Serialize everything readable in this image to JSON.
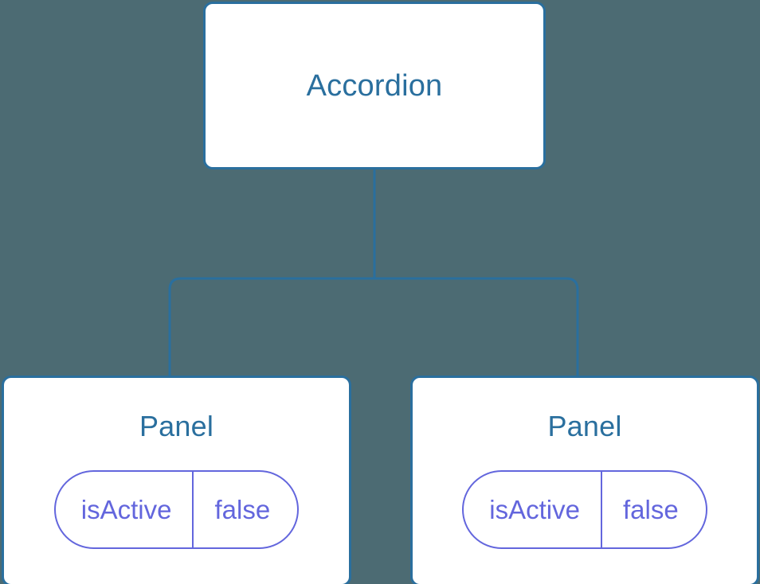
{
  "diagram": {
    "type": "component-tree",
    "background_color": "#4c6b73",
    "node_color": "#ffffff",
    "node_border_color": "#2a6f9e",
    "node_label_color": "#2a6f9e",
    "prop_color": "#6366dd",
    "connector_color": "#2a6f9e"
  },
  "root": {
    "label": "Accordion"
  },
  "children": [
    {
      "label": "Panel",
      "props": [
        {
          "key": "isActive",
          "value": "false"
        }
      ]
    },
    {
      "label": "Panel",
      "props": [
        {
          "key": "isActive",
          "value": "false"
        }
      ]
    }
  ]
}
